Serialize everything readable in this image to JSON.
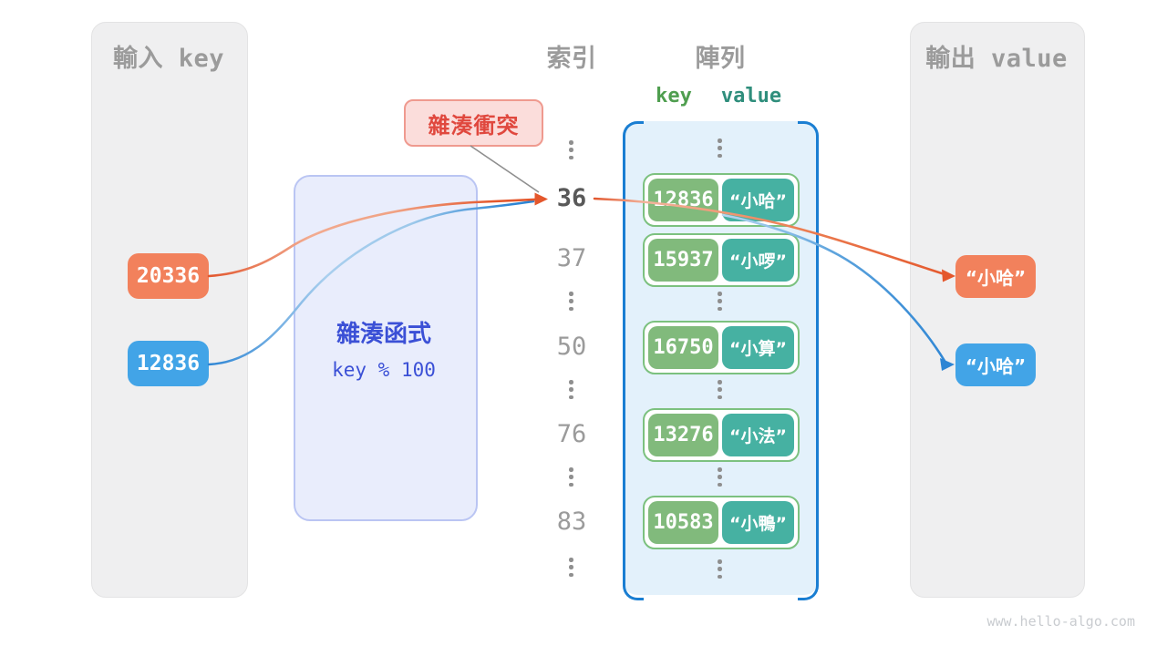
{
  "colors": {
    "panel_bg": "#EFEFF0",
    "orange_box": "#F2815C",
    "blue_box": "#42A4E7",
    "orange_line": "#E4572C",
    "blue_line": "#2D85D4",
    "hash_box_bg": "#E9EDFC",
    "hash_box_border": "#BAC5F3",
    "hash_text": "#3B50D6",
    "collision_bg": "#FBDDDB",
    "collision_text": "#E0483E",
    "array_bg": "#E3F1FB",
    "array_bracket": "#1A7ED2",
    "row_border": "#7CC17F",
    "key_cell_bg": "#81BA7C",
    "value_cell_bg": "#46B1A2",
    "key_header_color": "#4F9E4F",
    "value_header_color": "#2F8E7C",
    "muted_text": "#9B9B9B"
  },
  "input_panel": {
    "title": "輸入 key",
    "keys": [
      "20336",
      "12836"
    ]
  },
  "hash_function": {
    "name": "雜湊函式",
    "formula": "key % 100"
  },
  "collision_label": {
    "text": "雜湊衝突"
  },
  "index_column": {
    "title": "索引",
    "values": [
      "36",
      "37",
      "50",
      "76",
      "83"
    ],
    "highlighted_value": "36"
  },
  "array": {
    "title": "陣列",
    "key_header": "key",
    "value_header": "value",
    "rows": [
      {
        "key": "12836",
        "value": "“小哈”"
      },
      {
        "key": "15937",
        "value": "“小啰”"
      },
      {
        "key": "16750",
        "value": "“小算”"
      },
      {
        "key": "13276",
        "value": "“小法”"
      },
      {
        "key": "10583",
        "value": "“小鴨”"
      }
    ]
  },
  "output_panel": {
    "title": "輸出 value",
    "values": [
      "“小哈”",
      "“小哈”"
    ]
  },
  "watermark": "www.hello-algo.com"
}
